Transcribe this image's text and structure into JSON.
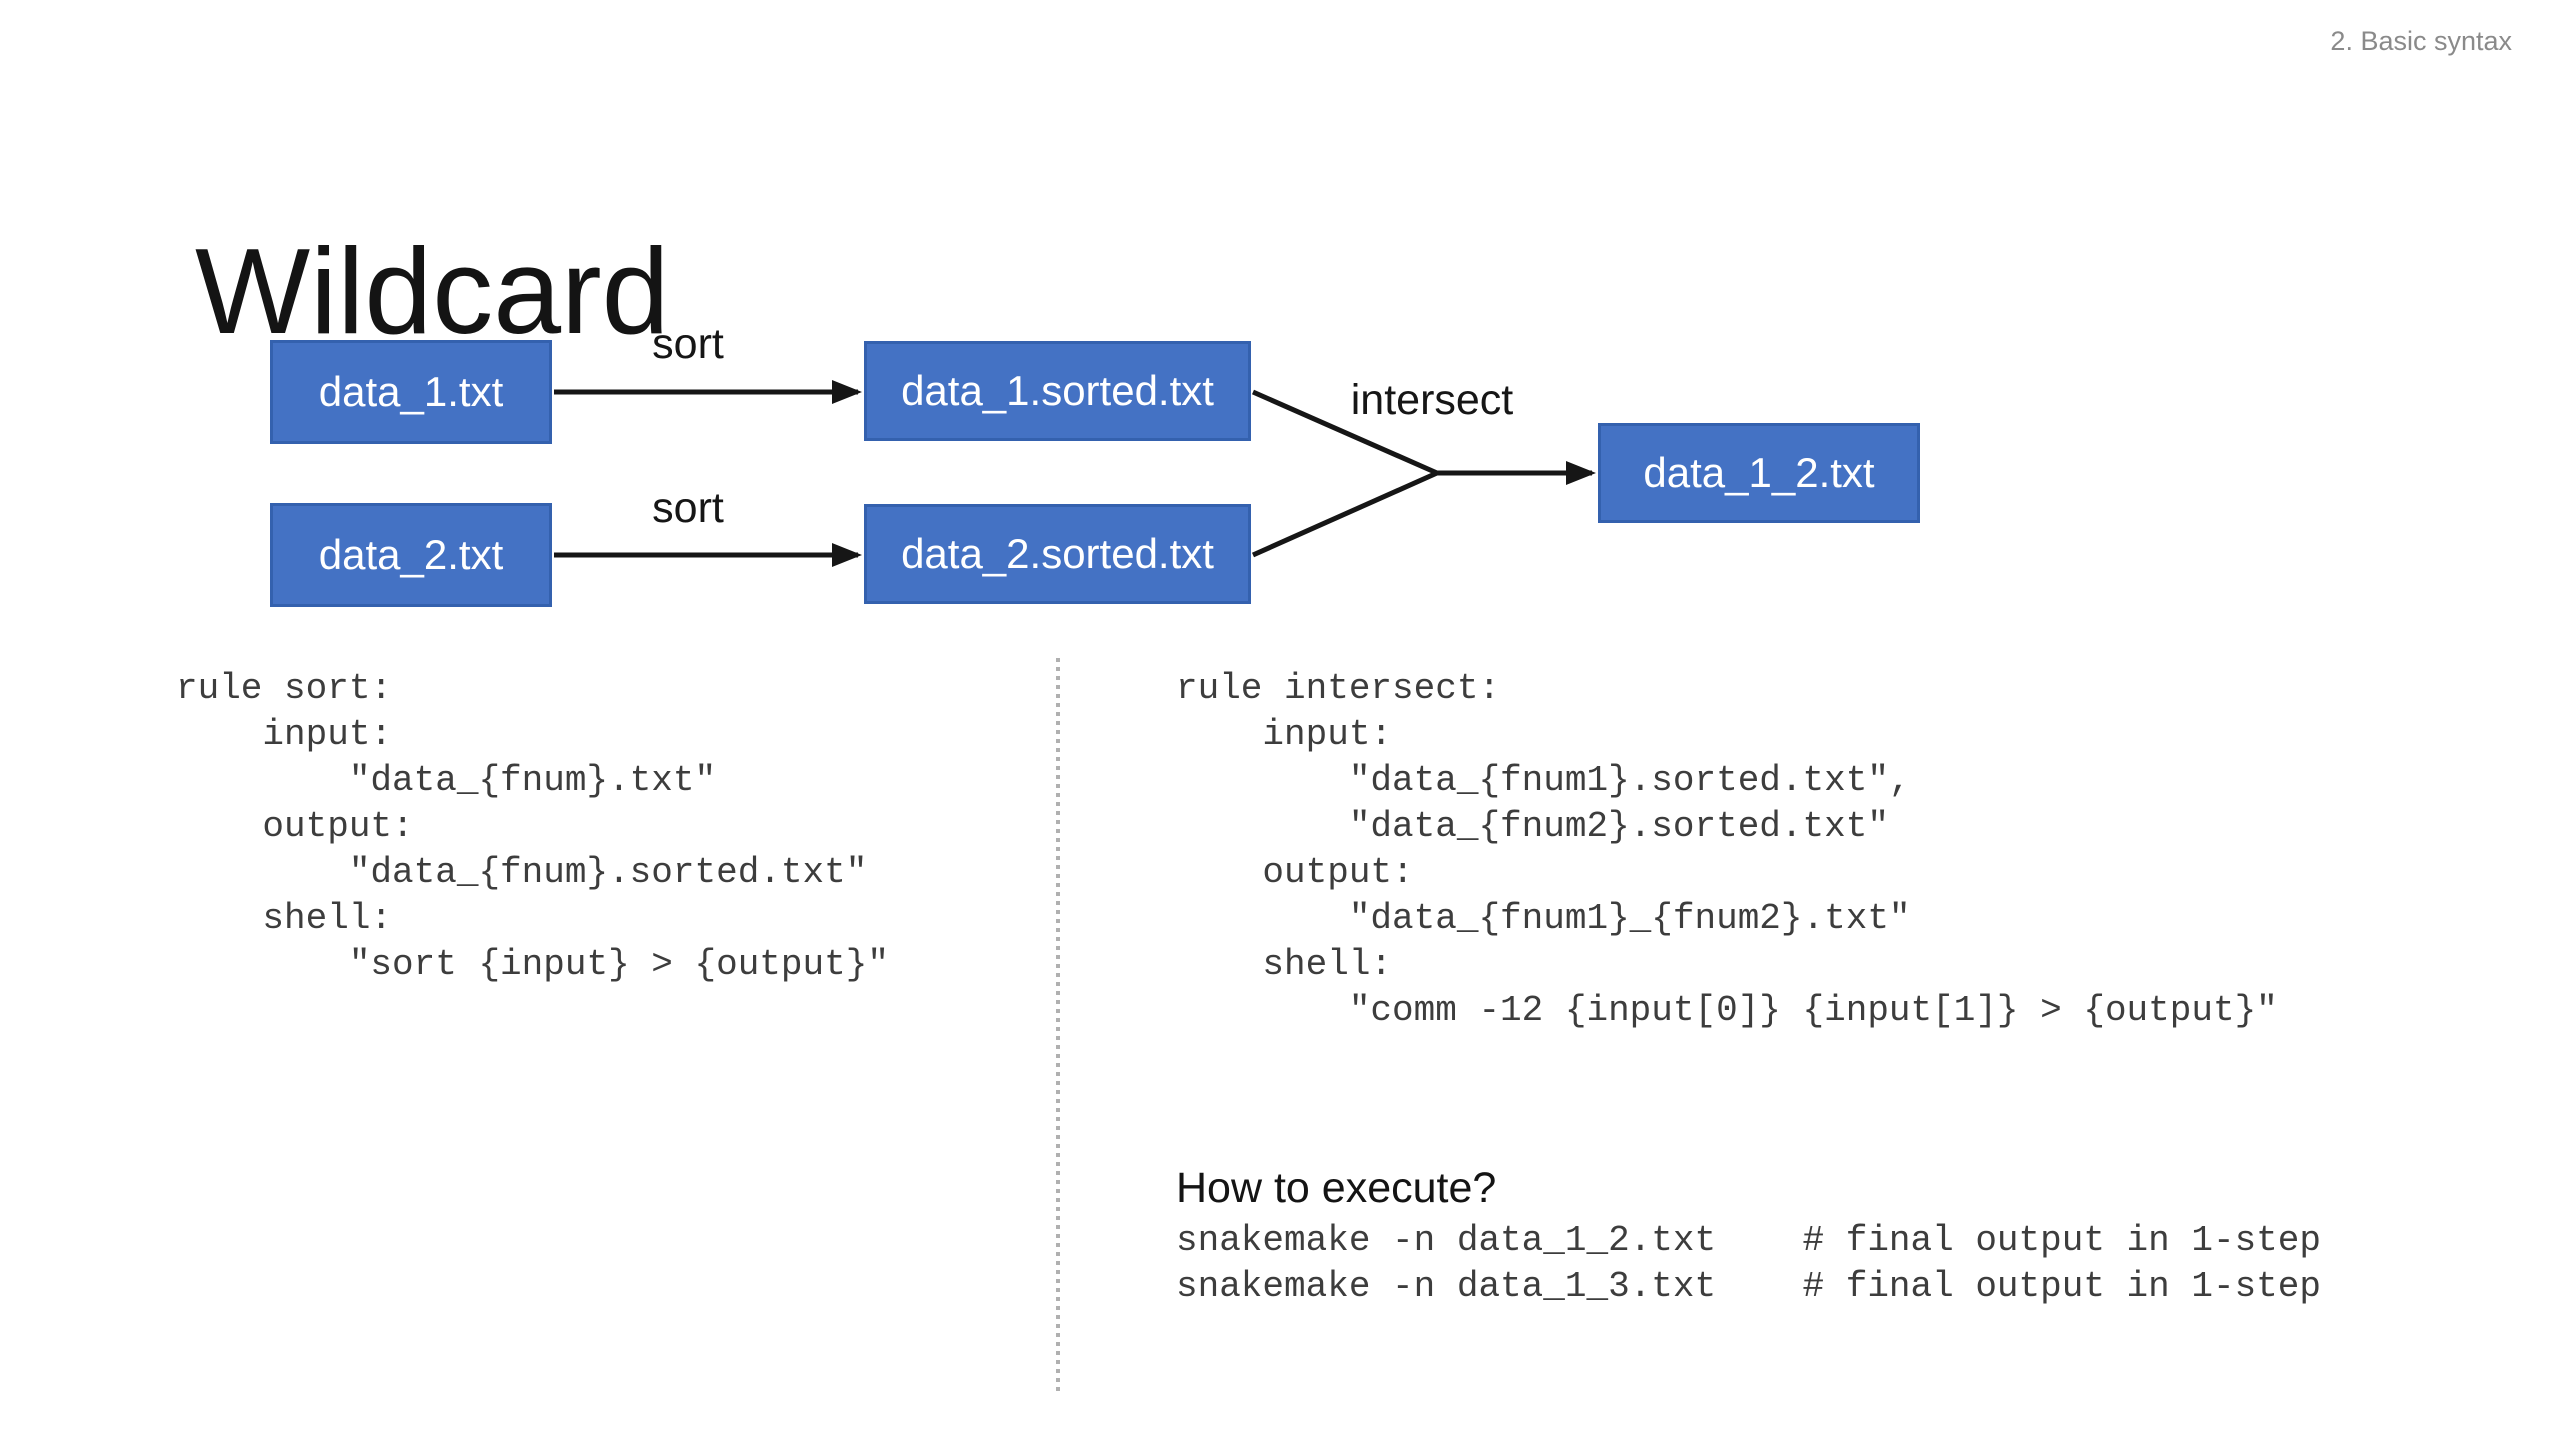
{
  "slide": {
    "section_label": "2. Basic syntax",
    "title": "Wildcard"
  },
  "diagram": {
    "boxes": [
      {
        "label": "data_1.txt"
      },
      {
        "label": "data_1.sorted.txt"
      },
      {
        "label": "data_2.txt"
      },
      {
        "label": "data_2.sorted.txt"
      },
      {
        "label": "data_1_2.txt"
      }
    ],
    "edge_labels": {
      "sort_top": "sort",
      "sort_bottom": "sort",
      "intersect": "intersect"
    }
  },
  "code": {
    "rule_sort": "rule sort:\n    input:\n        \"data_{fnum}.txt\"\n    output:\n        \"data_{fnum}.sorted.txt\"\n    shell:\n        \"sort {input} > {output}\"",
    "rule_intersect": "rule intersect:\n    input:\n        \"data_{fnum1}.sorted.txt\",\n        \"data_{fnum2}.sorted.txt\"\n    output:\n        \"data_{fnum1}_{fnum2}.txt\"\n    shell:\n        \"comm -12 {input[0]} {input[1]} > {output}\""
  },
  "how_to_execute": {
    "heading": "How to execute?",
    "commands": "snakemake -n data_1_2.txt    # final output in 1-step\nsnakemake -n data_1_3.txt    # final output in 1-step"
  },
  "colors": {
    "box_fill": "#4472C4",
    "box_border": "#3461AE",
    "box_text": "#FFFFFF",
    "arrow": "#161616",
    "code_text": "#3D3D3D",
    "section_label": "#8A8A8A",
    "divider_dots": "#B0B0B0",
    "background": "#FFFFFF"
  }
}
